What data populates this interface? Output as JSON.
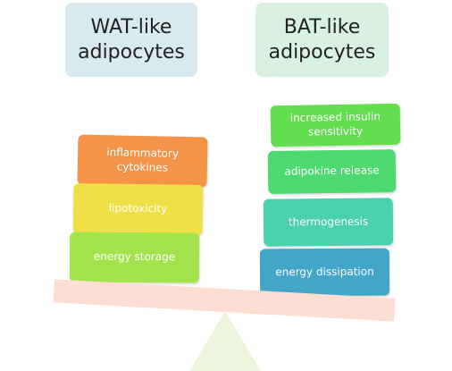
{
  "headers": {
    "left": "WAT-like\nadipocytes",
    "right": "BAT-like\nadipocytes"
  },
  "wat_blocks": {
    "inflammatory": "inflammatory\ncytokines",
    "lipotoxicity": "lipotoxicity",
    "energy_storage": "energy storage"
  },
  "bat_blocks": {
    "insulin": "increased insulin\nsensitivity",
    "adipokine": "adipokine release",
    "thermogenesis": "thermogenesis",
    "dissipation": "energy dissipation"
  },
  "colors": {
    "wat_header_bg": "#d8e9f0",
    "bat_header_bg": "#d8f1e1",
    "inflammatory": "#f59349",
    "lipotoxicity": "#f0e048",
    "energy_storage": "#a3e34c",
    "insulin": "#62de4f",
    "adipokine": "#4dd970",
    "thermogenesis": "#4ad1ad",
    "dissipation": "#44a6c6",
    "beam": "#fcded2",
    "fulcrum": "#ecf5dc"
  }
}
